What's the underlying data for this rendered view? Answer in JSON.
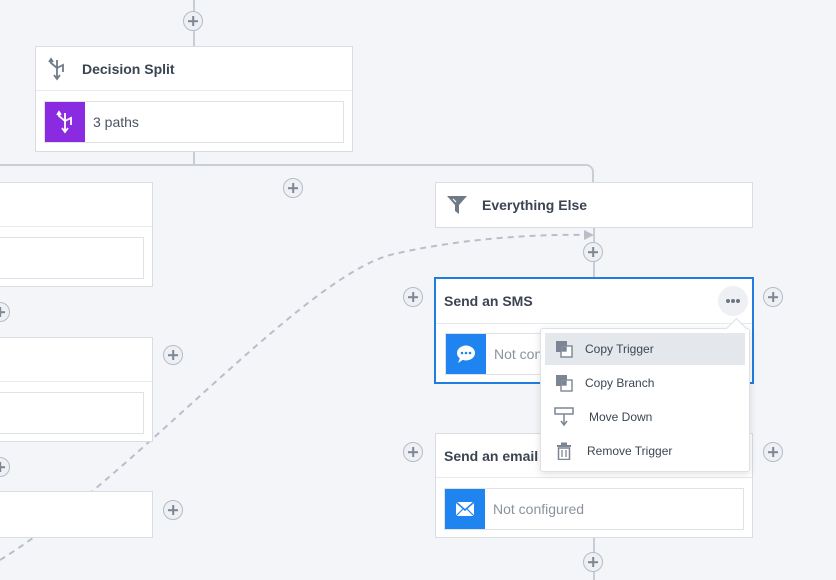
{
  "decision_split": {
    "title": "Decision Split",
    "paths_label": "3 paths",
    "accent": "#8a2be2"
  },
  "everything_else": {
    "title": "Everything Else"
  },
  "send_sms": {
    "title": "Send an SMS",
    "status": "Not configured",
    "status_visible": "Not con",
    "accent": "#1f84f0"
  },
  "send_email": {
    "title": "Send an email",
    "status": "Not configured",
    "accent": "#1f84f0"
  },
  "context_menu": {
    "items": [
      {
        "label": "Copy Trigger",
        "icon": "copy-icon"
      },
      {
        "label": "Copy Branch",
        "icon": "copy-icon"
      },
      {
        "label": "Move Down",
        "icon": "move-down-icon"
      },
      {
        "label": "Remove Trigger",
        "icon": "trash-icon"
      }
    ]
  },
  "colors": {
    "background": "#f4f5f8",
    "connector": "#c9ced6",
    "selected_border": "#1f7ddf"
  }
}
